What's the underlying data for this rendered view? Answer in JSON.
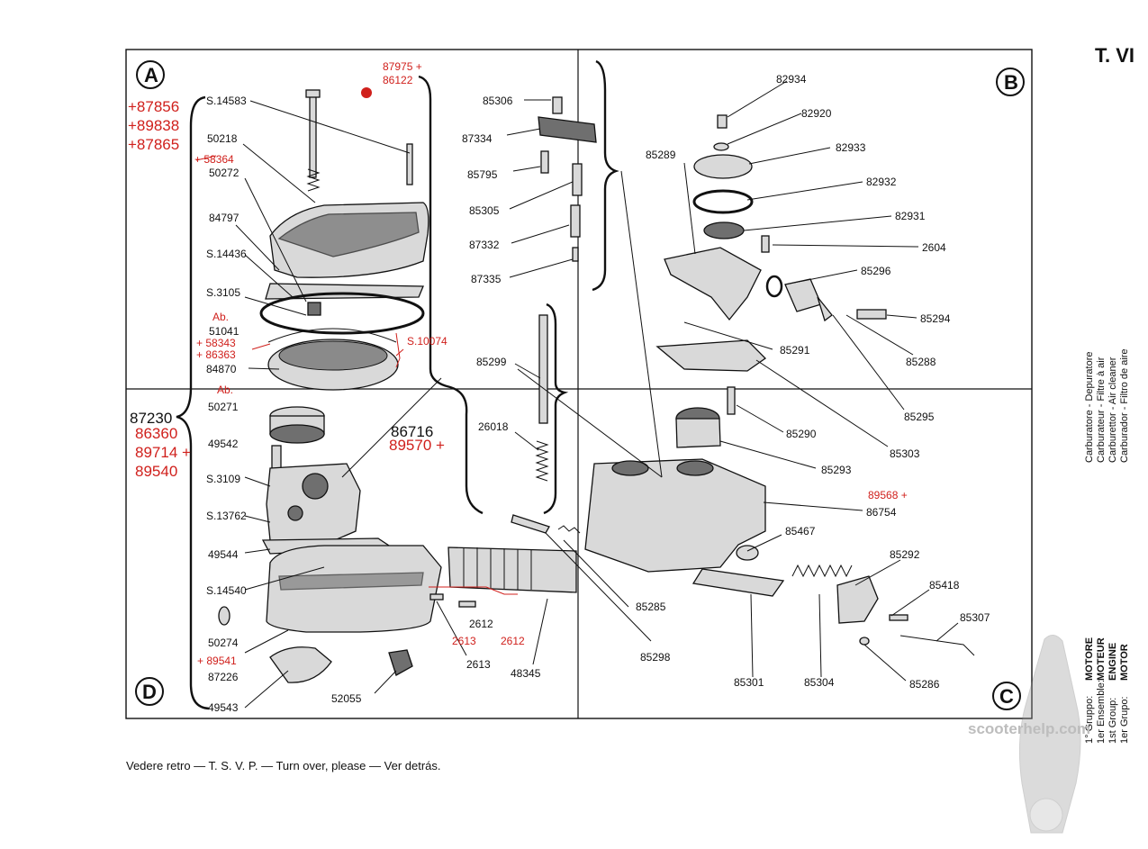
{
  "plate": "T. VI",
  "section_markers": [
    "A",
    "B",
    "C",
    "D"
  ],
  "labels_black": {
    "s14583": "S.14583",
    "p50218": "50218",
    "p50272": "50272",
    "p84797": "84797",
    "s14436": "S.14436",
    "s3105": "S.3105",
    "p51041": "51041",
    "p84870": "84870",
    "p50271": "50271",
    "p49542": "49542",
    "s3109": "S.3109",
    "s13762": "S.13762",
    "p49544": "49544",
    "s14540": "S.14540",
    "p50274": "50274",
    "p87226": "87226",
    "p49543": "49543",
    "p52055": "52055",
    "p2613b": "2613",
    "p48345": "48345",
    "p2612b": "2612",
    "p85306": "85306",
    "p87334": "87334",
    "p85795": "85795",
    "p85305": "85305",
    "p87332": "87332",
    "p87335": "87335",
    "p85299": "85299",
    "p26018": "26018",
    "p86716": "86716",
    "p87230": "87230",
    "p82934": "82934",
    "p82920": "82920",
    "p82933": "82933",
    "p85289": "85289",
    "p82932": "82932",
    "p82931": "82931",
    "p2604": "2604",
    "p85296": "85296",
    "p85294": "85294",
    "p85291": "85291",
    "p85288": "85288",
    "p85295": "85295",
    "p85290": "85290",
    "p85303": "85303",
    "p85293": "85293",
    "p86754": "86754",
    "p85467": "85467",
    "p85292": "85292",
    "p85418": "85418",
    "p85307": "85307",
    "p85285": "85285",
    "p85298": "85298",
    "p85301": "85301",
    "p85304": "85304",
    "p85286": "85286"
  },
  "labels_red": {
    "r87975": "87975 +",
    "r86122": "86122",
    "r87856": "+87856",
    "r89838": "+89838",
    "r87865": "+87865",
    "r58364": "+ 58364",
    "rAb1": "Ab.",
    "r58343": "+ 58343",
    "r86363": "+ 86363",
    "rS10074": "S.10074",
    "rAb2": "Ab.",
    "r86360": "86360",
    "r89714": "89714 +",
    "r89540": "89540",
    "r89570": "89570 +",
    "r89568": "89568 +",
    "r89541": "+ 89541",
    "r2613": "2613",
    "r2612": "2612"
  },
  "side_title": {
    "line1": "Carburatore - Depuratore",
    "line2": "Carburateur - Filtre à air",
    "line3": "Carburettor - Air cleaner",
    "line4": "Carburador - Filtro de aire"
  },
  "side_group": {
    "g1_prefix": "1° Gruppo:",
    "g1_name": "MOTORE",
    "g2_prefix": "1er Ensemble:",
    "g2_name": "MOTEUR",
    "g3_prefix": "1st Group:",
    "g3_name": "ENGINE",
    "g4_prefix": "1er Grupo:",
    "g4_name": "MOTOR"
  },
  "footer": "Vedere retro — T. S. V. P. — Turn over, please — Ver detrás.",
  "watermark": "scooterhelp.com",
  "colors": {
    "ink": "#111111",
    "red": "#d0201c",
    "watermark": "#bdbdbd"
  }
}
